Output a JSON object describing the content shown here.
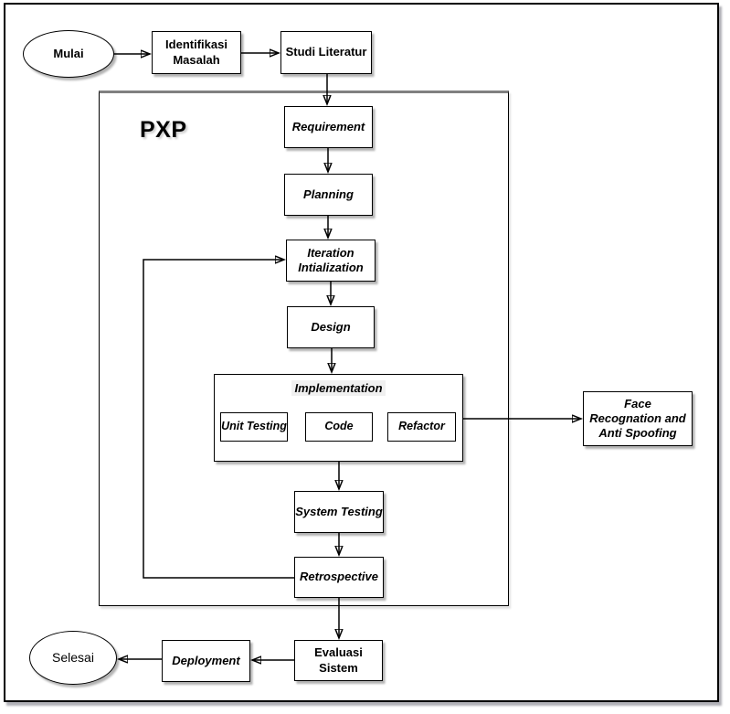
{
  "diagram": {
    "type": "flowchart",
    "container_label": "PXP",
    "nodes": {
      "mulai": "Mulai",
      "identifikasi_masalah": "Identifikasi Masalah",
      "studi_literatur": "Studi Literatur",
      "requirement": "Requirement",
      "planning": "Planning",
      "iteration_intialization": "Iteration Intialization",
      "design": "Design",
      "implementation": "Implementation",
      "unit_testing": "Unit Testing",
      "code": "Code",
      "refactor": "Refactor",
      "system_testing": "System Testing",
      "retrospective": "Retrospective",
      "face_recognation": "Face Recognation and Anti Spoofing",
      "evaluasi_sistem": "Evaluasi Sistem",
      "deployment": "Deployment",
      "selesai": "Selesai"
    },
    "edges": [
      {
        "from": "mulai",
        "to": "identifikasi_masalah"
      },
      {
        "from": "identifikasi_masalah",
        "to": "studi_literatur"
      },
      {
        "from": "studi_literatur",
        "to": "requirement"
      },
      {
        "from": "requirement",
        "to": "planning"
      },
      {
        "from": "planning",
        "to": "iteration_intialization"
      },
      {
        "from": "iteration_intialization",
        "to": "design"
      },
      {
        "from": "design",
        "to": "implementation"
      },
      {
        "from": "implementation",
        "to": "face_recognation"
      },
      {
        "from": "implementation",
        "to": "system_testing"
      },
      {
        "from": "system_testing",
        "to": "retrospective"
      },
      {
        "from": "retrospective",
        "to": "iteration_intialization"
      },
      {
        "from": "retrospective",
        "to": "evaluasi_sistem"
      },
      {
        "from": "evaluasi_sistem",
        "to": "deployment"
      },
      {
        "from": "deployment",
        "to": "selesai"
      }
    ],
    "colors": {
      "stroke": "#000000",
      "shape_fill": "#ffffff",
      "container_top_border": "#808080",
      "implementation_label_highlight": "#f0f0f0"
    }
  }
}
